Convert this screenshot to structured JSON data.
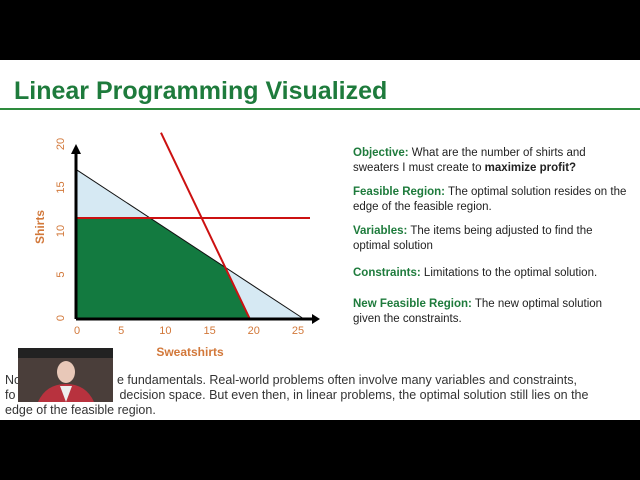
{
  "slide": {
    "title": "Linear Programming Visualized"
  },
  "notes": [
    {
      "term": "Objective:",
      "text": " What are the number of shirts and sweaters I must create to ",
      "bold_tail": "maximize profit?"
    },
    {
      "term": "Feasible Region:",
      "text": " The optimal solution resides on the edge of the feasible region."
    },
    {
      "term": "Variables:",
      "text": " The items being adjusted to find the optimal solution"
    },
    {
      "term": "Constraints:",
      "text": " Limitations to the optimal solution."
    },
    {
      "term": "New Feasible Region:",
      "text": " The new optimal solution given the constraints."
    }
  ],
  "bottom_text": {
    "line1a": "No",
    "line1b": "e fundamentals. Real-world problems often involve many variables and constraints,",
    "line2a": "fo",
    "line2b": "decision space. But even then, in linear problems, the optimal solution still lies on the",
    "line3": "edge of the feasible region."
  },
  "chart_data": {
    "type": "area",
    "xlabel": "Sweatshirts",
    "ylabel": "Shirts",
    "xlim": [
      0,
      26
    ],
    "ylim": [
      0,
      20
    ],
    "xticks": [
      "0",
      "5",
      "10",
      "15",
      "20",
      "25"
    ],
    "yticks": [
      "0",
      "5",
      "10",
      "15",
      "20"
    ],
    "original_constraint": [
      [
        0,
        17
      ],
      [
        25.5,
        0
      ]
    ],
    "horizontal_constraint_y": 11.5,
    "steep_constraint": [
      [
        9.5,
        21.3
      ],
      [
        19.5,
        0
      ]
    ],
    "new_feasible_region": [
      [
        0,
        0
      ],
      [
        0,
        11.5
      ],
      [
        8.25,
        11.5
      ],
      [
        16.7,
        5.9
      ],
      [
        19.5,
        0
      ]
    ],
    "colors": {
      "original_region": "#d6e9f3",
      "new_region": "#137a40",
      "constraint": "#cc1111",
      "axis_label": "#d2783a"
    }
  }
}
